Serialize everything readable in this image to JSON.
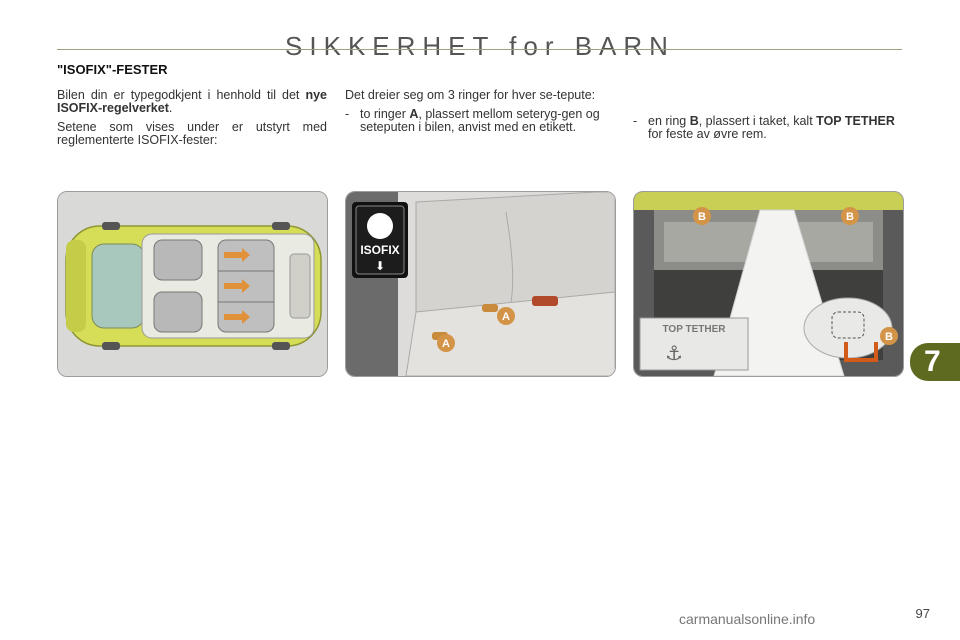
{
  "header": {
    "title": "SIKKERHET for BARN"
  },
  "section": {
    "title": "\"ISOFIX\"-FESTER"
  },
  "col1": {
    "p1_before": "Bilen din er typegodkjent i henhold til det ",
    "p1_bold": "nye ISOFIX-regelverket",
    "p1_after": ".",
    "p2": "Setene som vises under er utstyrt med reglementerte ISOFIX-fester:"
  },
  "col2": {
    "intro": "Det dreier seg om 3 ringer for hver se-tepute:",
    "item_dash": "-",
    "item_before": "to ringer ",
    "item_bold": "A",
    "item_after": ", plassert mellom seteryg-gen og seteputen i bilen, anvist med en etikett."
  },
  "col3": {
    "item_dash": "-",
    "item_before": "en ring ",
    "item_bold": "B",
    "item_middle": ", plassert i taket, kalt ",
    "item_bold2": "TOP TETHER",
    "item_after": " for feste av øvre rem."
  },
  "illustrations": {
    "isofix_label": "ISOFIX",
    "ring_a": "A",
    "ring_b": "B",
    "top_tether_label": "TOP TETHER"
  },
  "chapter": {
    "number": "7"
  },
  "footer": {
    "page_number": "97",
    "watermark": "carmanualsonline.info"
  },
  "colors": {
    "accent_green": "#5d6a1f",
    "car_yellow": "#d6de58",
    "anchor_orange": "#c98a3c"
  }
}
